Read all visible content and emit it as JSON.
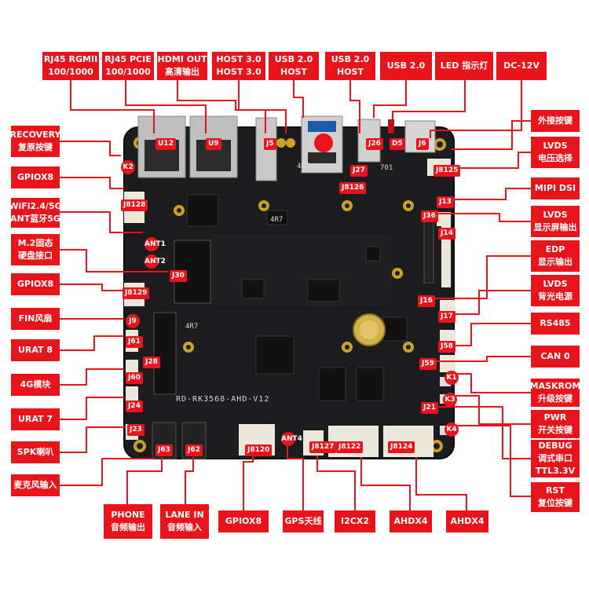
{
  "board_label": "RD-RK3568-AHD-V12",
  "top_labels": [
    {
      "id": "rj45-rgmii",
      "text": "RJ45 RGMII\n100/1000"
    },
    {
      "id": "rj45-pcie",
      "text": "RJ45 PCIE\n100/1000"
    },
    {
      "id": "hdmi-out",
      "text": "HDMI OUT\n高清输出"
    },
    {
      "id": "host30",
      "text": "HOST 3.0\nHOST 3.0"
    },
    {
      "id": "usb20-host-a",
      "text": "USB 2.0\nHOST"
    },
    {
      "id": "usb20-host-b",
      "text": "USB 2.0\nHOST"
    },
    {
      "id": "usb20",
      "text": "USB 2.0"
    },
    {
      "id": "led",
      "text": "LED 指示灯"
    },
    {
      "id": "dc12v",
      "text": "DC-12V"
    }
  ],
  "left_labels": [
    {
      "id": "recovery",
      "text": "RECOVERY\n复原按键"
    },
    {
      "id": "gpiox8-a",
      "text": "GPIOX8"
    },
    {
      "id": "wifi",
      "text": "WiFi2.4/5G\nANT蓝牙5G"
    },
    {
      "id": "m2",
      "text": "M.2固态\n硬盘接口"
    },
    {
      "id": "gpiox8-b",
      "text": "GPIOX8"
    },
    {
      "id": "fan",
      "text": "FIN风扇"
    },
    {
      "id": "urat8",
      "text": "URAT 8"
    },
    {
      "id": "4g",
      "text": "4G模块"
    },
    {
      "id": "urat7",
      "text": "URAT 7"
    },
    {
      "id": "spk",
      "text": "SPK喇叭"
    },
    {
      "id": "mic",
      "text": "麦克风输入"
    }
  ],
  "right_labels": [
    {
      "id": "ext-key",
      "text": "外接按键"
    },
    {
      "id": "lvds-volt",
      "text": "LVDS\n电压选择"
    },
    {
      "id": "mipi",
      "text": "MIPI DSI"
    },
    {
      "id": "lvds-disp",
      "text": "LVDS\n显示屏输出"
    },
    {
      "id": "edp",
      "text": "EDP\n显示输出"
    },
    {
      "id": "lvds-bl",
      "text": "LVDS\n背光电源"
    },
    {
      "id": "rs485",
      "text": "RS485"
    },
    {
      "id": "can0",
      "text": "CAN 0"
    },
    {
      "id": "maskrom",
      "text": "MASKROM\n升级按键"
    },
    {
      "id": "pwr",
      "text": "PWR\n开关按键"
    },
    {
      "id": "debug",
      "text": "DEBUG\n调式串口\nTTL3.3V"
    },
    {
      "id": "rst",
      "text": "RST\n复位按键"
    }
  ],
  "bottom_labels": [
    {
      "id": "phone",
      "text": "PHONE\n音频输出"
    },
    {
      "id": "lanein",
      "text": "LANE IN\n音频输入"
    },
    {
      "id": "gpiox8-c",
      "text": "GPIOX8"
    },
    {
      "id": "gps",
      "text": "GPS天线"
    },
    {
      "id": "i2cx2",
      "text": "I2CX2"
    },
    {
      "id": "ahdx4-a",
      "text": "AHDX4"
    },
    {
      "id": "ahdx4-b",
      "text": "AHDX4"
    }
  ],
  "pins": [
    {
      "id": "U12",
      "text": "U12"
    },
    {
      "id": "U9",
      "text": "U9"
    },
    {
      "id": "J5",
      "text": "J5"
    },
    {
      "id": "J26",
      "text": "J26"
    },
    {
      "id": "D5",
      "text": "D5"
    },
    {
      "id": "J6",
      "text": "J6"
    },
    {
      "id": "J27",
      "text": "J27"
    },
    {
      "id": "JB126",
      "text": "J8126"
    },
    {
      "id": "K2",
      "text": "K2"
    },
    {
      "id": "JB128",
      "text": "J8128"
    },
    {
      "id": "ANT1",
      "text": "ANT1"
    },
    {
      "id": "ANT2",
      "text": "ANT2"
    },
    {
      "id": "J30",
      "text": "J30"
    },
    {
      "id": "JB129",
      "text": "J8129"
    },
    {
      "id": "J9",
      "text": "J9"
    },
    {
      "id": "J61",
      "text": "J61"
    },
    {
      "id": "J28",
      "text": "J28"
    },
    {
      "id": "J60",
      "text": "J60"
    },
    {
      "id": "J24",
      "text": "J24"
    },
    {
      "id": "J23",
      "text": "J23"
    },
    {
      "id": "J63",
      "text": "J63"
    },
    {
      "id": "J62",
      "text": "J62"
    },
    {
      "id": "JB120",
      "text": "J8120"
    },
    {
      "id": "ANT4",
      "text": "ANT4"
    },
    {
      "id": "JB127",
      "text": "J8127"
    },
    {
      "id": "JB122",
      "text": "J8122"
    },
    {
      "id": "JB124",
      "text": "J8124"
    },
    {
      "id": "JB125",
      "text": "J8125"
    },
    {
      "id": "J13",
      "text": "J13"
    },
    {
      "id": "J36",
      "text": "J36"
    },
    {
      "id": "J14",
      "text": "J14"
    },
    {
      "id": "J16",
      "text": "J16"
    },
    {
      "id": "J17",
      "text": "J17"
    },
    {
      "id": "J58",
      "text": "J58"
    },
    {
      "id": "J59",
      "text": "J59"
    },
    {
      "id": "K1",
      "text": "K1"
    },
    {
      "id": "K3",
      "text": "K3"
    },
    {
      "id": "J21",
      "text": "J21"
    },
    {
      "id": "K4",
      "text": "K4"
    }
  ],
  "silk_text": [
    "701",
    "4R7",
    "4R7",
    "4R7"
  ],
  "colors": {
    "accent": "#e8141b",
    "board": "#1c1c1e",
    "board_edge": "#2a2a2c",
    "silk": "#d8d8d8",
    "gold": "#c9a227",
    "white_conn": "#ece8dc",
    "metal": "#bfbfbf"
  }
}
